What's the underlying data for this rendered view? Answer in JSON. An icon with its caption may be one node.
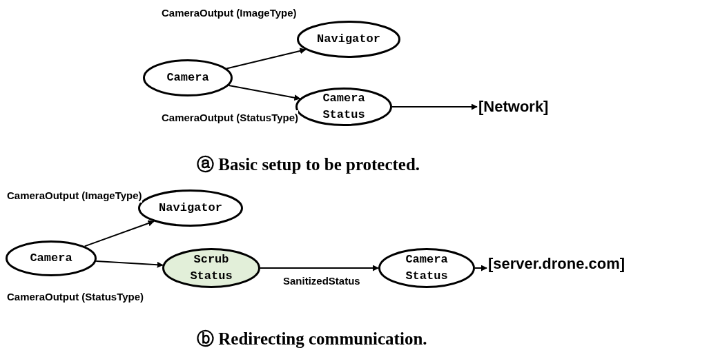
{
  "diagram": {
    "nodes": [
      {
        "text": [
          "Camera"
        ]
      },
      {
        "text": [
          "Navigator"
        ]
      },
      {
        "text": [
          "Camera Status"
        ]
      },
      {
        "text": [
          "[Network]"
        ]
      },
      {
        "text": [
          "Camera"
        ]
      },
      {
        "text": [
          "Navigator"
        ]
      },
      {
        "text": [
          "Scrub Status"
        ]
      },
      {
        "text": [
          "Camera Status"
        ]
      },
      {
        "text": [
          "[server.drone.com]"
        ]
      }
    ],
    "edges": [
      {
        "from": 0,
        "to": 1,
        "arrow": "to",
        "label": "CameraOutput (ImageType)"
      },
      {
        "from": 0,
        "to": 2,
        "arrow": "to",
        "label": "CameraOutput (StatusType)"
      },
      {
        "from": 2,
        "to": 3,
        "arrow": "to"
      },
      {
        "from": 4,
        "to": 5,
        "arrow": "to",
        "label": "CameraOutput (ImageType)"
      },
      {
        "from": 4,
        "to": 6,
        "arrow": "to",
        "label": "CameraOutput (StatusType)"
      },
      {
        "from": 6,
        "to": 7,
        "arrow": "to",
        "label": "SanitizedStatus"
      },
      {
        "from": 7,
        "to": 8,
        "arrow": "to"
      }
    ],
    "labels": [
      "ⓐ Basic setup to be protected.",
      "ⓑ Redirecting communication."
    ]
  }
}
